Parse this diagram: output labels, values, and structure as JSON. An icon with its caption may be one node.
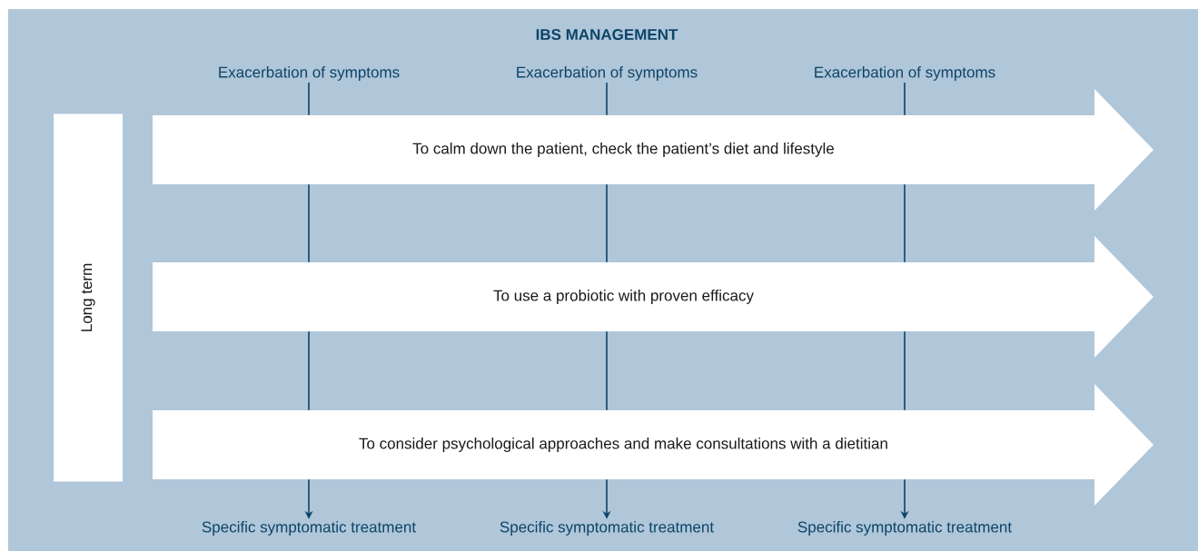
{
  "diagram": {
    "title": "IBS MANAGEMENT",
    "nodes": [
      {
        "text": [
          "Exacerbation of symptoms"
        ]
      },
      {
        "text": [
          "Exacerbation of symptoms"
        ]
      },
      {
        "text": [
          "Exacerbation of symptoms"
        ]
      },
      {
        "text": [
          "To calm down the patient, check the patient’s diet and lifestyle"
        ]
      },
      {
        "text": [
          "To use a probiotic with proven efficacy"
        ]
      },
      {
        "text": [
          "To consider psychological approaches and make consultations with a dietitian"
        ]
      },
      {
        "text": [
          "Long term"
        ]
      },
      {
        "text": [
          "Specific symptomatic treatment"
        ]
      },
      {
        "text": [
          "Specific symptomatic treatment"
        ]
      },
      {
        "text": [
          "Specific symptomatic treatment"
        ]
      }
    ],
    "edges": [
      {
        "from": 0,
        "to": 3,
        "arrow": "none"
      },
      {
        "from": 1,
        "to": 3,
        "arrow": "none"
      },
      {
        "from": 2,
        "to": 3,
        "arrow": "none"
      },
      {
        "from": 3,
        "to": 4,
        "arrow": "none"
      },
      {
        "from": 3,
        "to": 4,
        "arrow": "none"
      },
      {
        "from": 3,
        "to": 4,
        "arrow": "none"
      },
      {
        "from": 4,
        "to": 5,
        "arrow": "none"
      },
      {
        "from": 4,
        "to": 5,
        "arrow": "none"
      },
      {
        "from": 4,
        "to": 5,
        "arrow": "none"
      },
      {
        "from": 5,
        "to": 7,
        "arrow": "to"
      },
      {
        "from": 5,
        "to": 8,
        "arrow": "to"
      },
      {
        "from": 5,
        "to": 9,
        "arrow": "to"
      }
    ]
  }
}
